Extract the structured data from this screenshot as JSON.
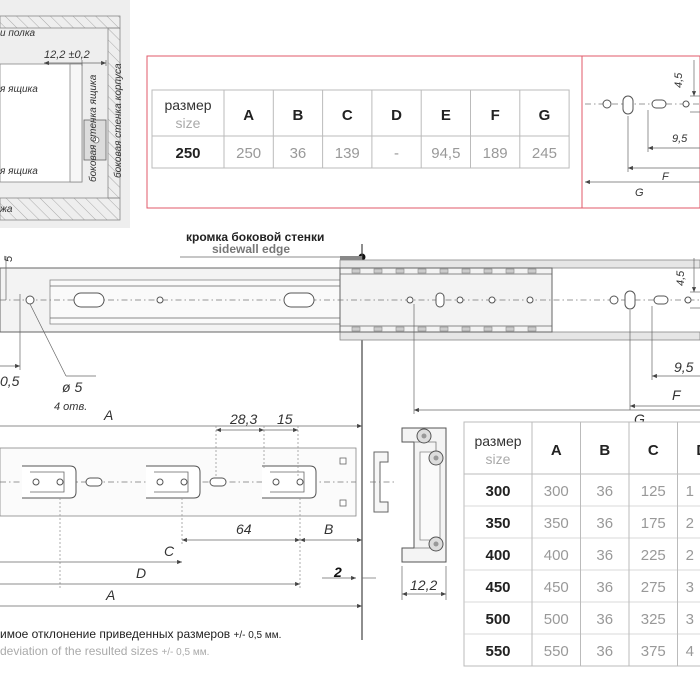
{
  "cabinet_detail": {
    "shelf_label": "и полка",
    "drawer_top_label": "я ящика",
    "drawer_bottom_label": "я ящика",
    "bottom_label": "жа",
    "dim_label": "12,2 ±0,2",
    "drawer_wall_label": "боковая стенка ящика",
    "cabinet_wall_label": "боковая стенка корпуса"
  },
  "top_table": {
    "header_ru": "размер",
    "header_en": "size",
    "columns": [
      "A",
      "B",
      "C",
      "D",
      "E",
      "F",
      "G"
    ],
    "row": {
      "size": "250",
      "values": [
        "250",
        "36",
        "139",
        "-",
        "94,5",
        "189",
        "245"
      ]
    },
    "border_color": "#e05a6a"
  },
  "top_right_detail": {
    "dim_v": "4,5",
    "dim_h": "9,5",
    "label_f": "F",
    "label_g": "G"
  },
  "sidewall": {
    "label_ru": "кромка боковой стенки",
    "label_en": "sidewall edge"
  },
  "side_view": {
    "left_dim_fragment": "0,5",
    "left_top_fragment": "5",
    "hole_label": "ø 5",
    "hole_count": "4 отв.",
    "dim_a": "A",
    "dim_v": "4,5",
    "dim_h": "9,5",
    "label_f": "F",
    "label_g": "G"
  },
  "bottom_view": {
    "dim_28": "28,3",
    "dim_15": "15",
    "dim_64": "64",
    "label_b": "B",
    "label_c": "C",
    "label_d": "D",
    "label_a": "A",
    "gap": "2"
  },
  "profile": {
    "width": "12,2"
  },
  "tolerance": {
    "ru": "имое отклонение приведенных размеров ",
    "ru_tol": "+/- 0,5 мм.",
    "en": "deviation of the resulted sizes ",
    "en_tol": "+/- 0,5 мм."
  },
  "main_table": {
    "header_ru": "размер",
    "header_en": "size",
    "columns": [
      "A",
      "B",
      "C",
      "D"
    ],
    "rows": [
      {
        "size": "300",
        "values": [
          "300",
          "36",
          "125",
          "1"
        ]
      },
      {
        "size": "350",
        "values": [
          "350",
          "36",
          "175",
          "2"
        ]
      },
      {
        "size": "400",
        "values": [
          "400",
          "36",
          "225",
          "2"
        ]
      },
      {
        "size": "450",
        "values": [
          "450",
          "36",
          "275",
          "3"
        ]
      },
      {
        "size": "500",
        "values": [
          "500",
          "36",
          "325",
          "3"
        ]
      },
      {
        "size": "550",
        "values": [
          "550",
          "36",
          "375",
          "4"
        ]
      }
    ]
  }
}
